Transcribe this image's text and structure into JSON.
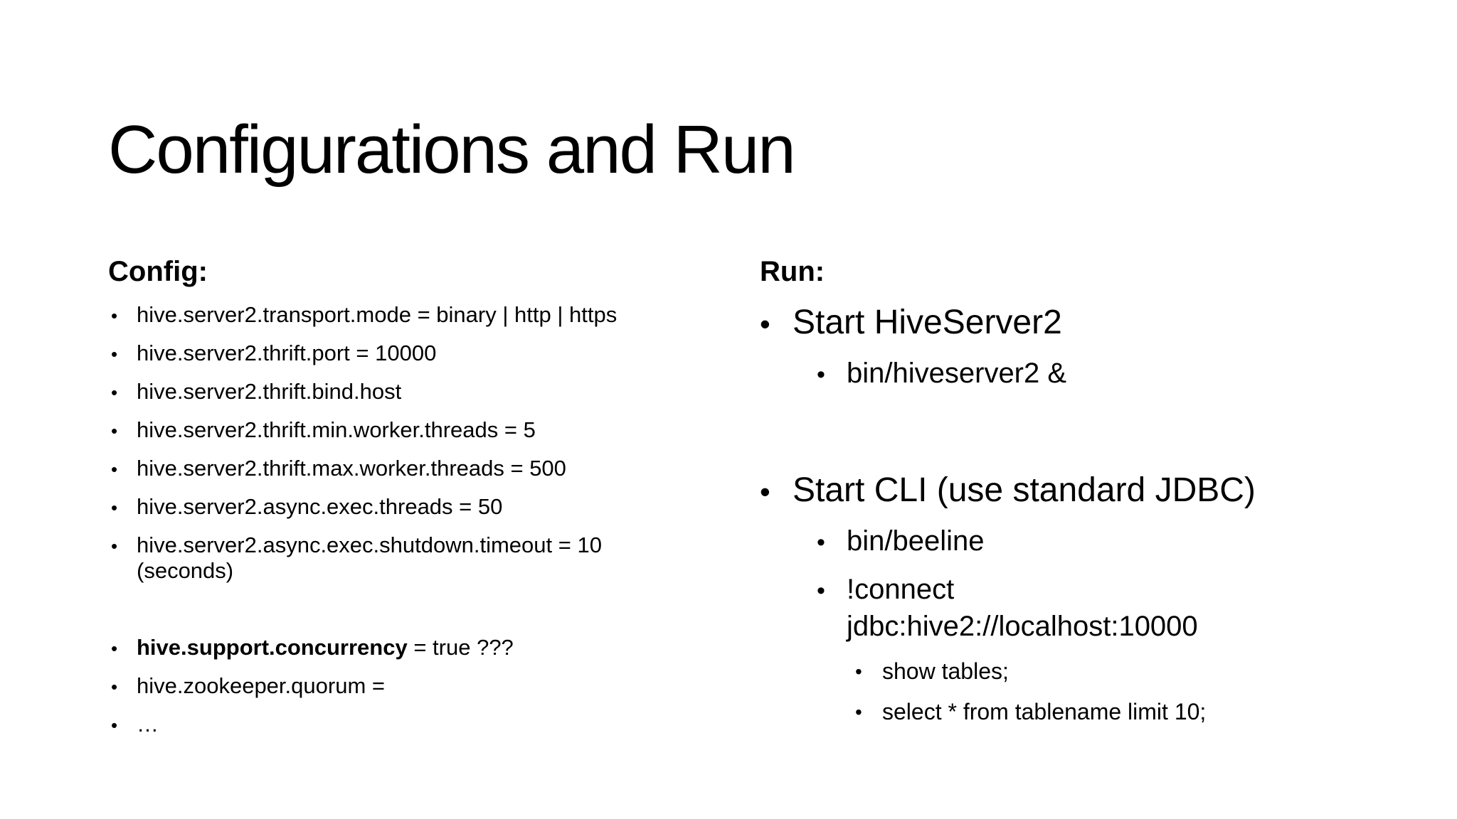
{
  "slide": {
    "title": "Configurations and Run",
    "background_color": "#ffffff",
    "text_color": "#000000"
  },
  "config": {
    "heading": "Config:",
    "items": [
      {
        "text": "hive.server2.transport.mode = binary | http | https"
      },
      {
        "text": "hive.server2.thrift.port = 10000"
      },
      {
        "text": "hive.server2.thrift.bind.host"
      },
      {
        "text": "hive.server2.thrift.min.worker.threads = 5"
      },
      {
        "text": "hive.server2.thrift.max.worker.threads = 500"
      },
      {
        "text": "hive.server2.async.exec.threads = 50"
      },
      {
        "text": "hive.server2.async.exec.shutdown.timeout = 10\n(seconds)"
      },
      {
        "bold": "hive.support.concurrency",
        "text": " = true ???",
        "gap_before": true
      },
      {
        "text": "hive.zookeeper.quorum ="
      },
      {
        "text": "…"
      }
    ]
  },
  "run": {
    "heading": "Run:",
    "items": [
      {
        "level": 1,
        "text": "Start HiveServer2"
      },
      {
        "level": 2,
        "text": "bin/hiveserver2 &"
      },
      {
        "level": 1,
        "text": "Start CLI (use standard JDBC)",
        "gap_before": true
      },
      {
        "level": 2,
        "text": "bin/beeline"
      },
      {
        "level": 2,
        "text": "!connect\njdbc:hive2://localhost:10000"
      },
      {
        "level": 3,
        "text": "show tables;"
      },
      {
        "level": 3,
        "text": "select * from tablename limit 10;"
      }
    ]
  }
}
